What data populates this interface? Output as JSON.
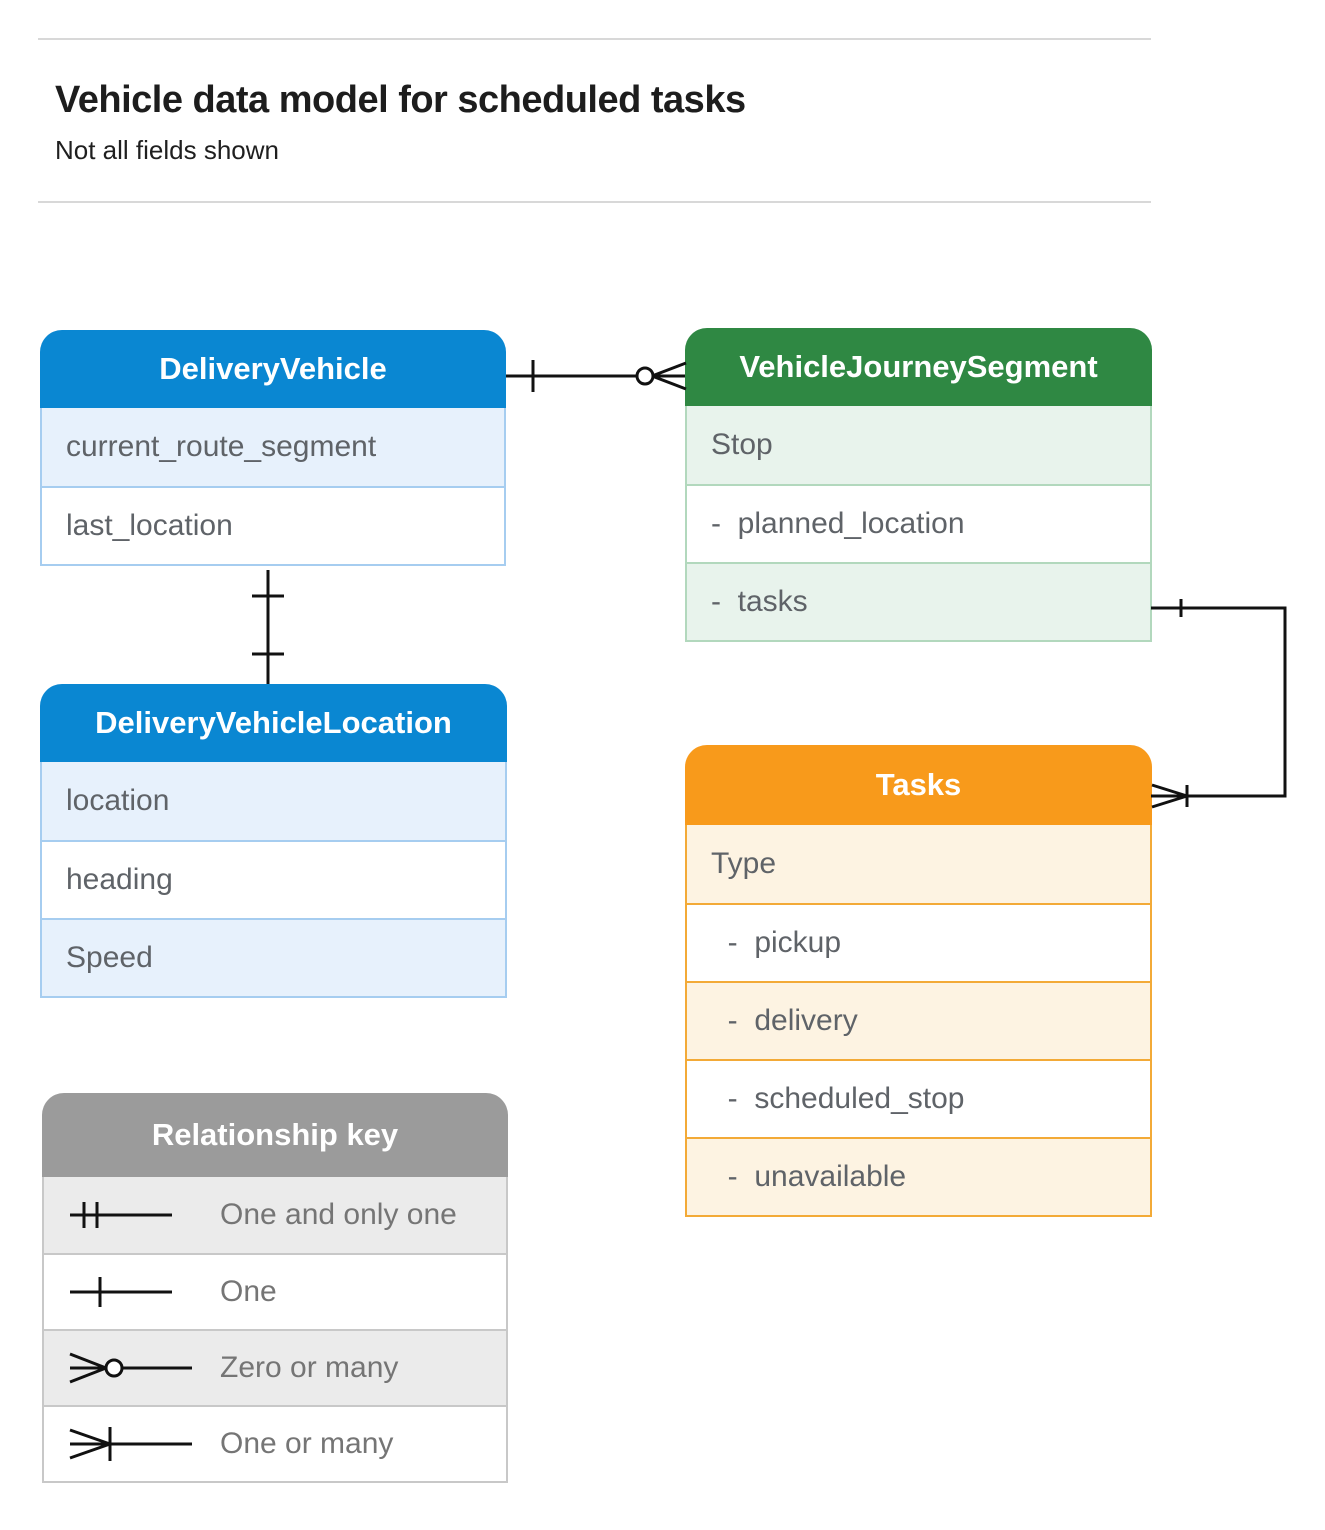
{
  "page": {
    "title": "Vehicle data model for scheduled tasks",
    "subtitle": "Not all fields shown"
  },
  "entities": {
    "delivery_vehicle": {
      "title": "DeliveryVehicle",
      "rows": [
        "current_route_segment",
        "last_location"
      ]
    },
    "vehicle_journey_segment": {
      "title": "VehicleJourneySegment",
      "rows": [
        "Stop",
        "-  planned_location",
        "-  tasks"
      ]
    },
    "delivery_vehicle_location": {
      "title": "DeliveryVehicleLocation",
      "rows": [
        "location",
        "heading",
        "Speed"
      ]
    },
    "tasks": {
      "title": "Tasks",
      "rows": [
        "Type",
        "  -  pickup",
        "  -  delivery",
        "  -  scheduled_stop",
        "  -  unavailable"
      ]
    }
  },
  "legend": {
    "title": "Relationship key",
    "items": [
      {
        "symbol": "one-and-only-one",
        "label": "One and only one"
      },
      {
        "symbol": "one",
        "label": "One"
      },
      {
        "symbol": "zero-or-many",
        "label": "Zero or many"
      },
      {
        "symbol": "one-or-many",
        "label": "One or many"
      }
    ]
  },
  "relationships": [
    {
      "from": "DeliveryVehicle",
      "from_cardinality": "one",
      "to": "VehicleJourneySegment",
      "to_cardinality": "zero-or-many"
    },
    {
      "from": "DeliveryVehicle",
      "from_cardinality": "one",
      "to": "DeliveryVehicleLocation",
      "to_cardinality": "one"
    },
    {
      "from": "VehicleJourneySegment.tasks",
      "from_cardinality": "one",
      "to": "Tasks",
      "to_cardinality": "one-or-many"
    }
  ],
  "colors": {
    "blue_header": "#0a87d2",
    "blue_row_tint": "#e7f1fc",
    "blue_border": "#a6cdf0",
    "green_header": "#2f8843",
    "green_row_tint": "#e8f3ec",
    "green_border": "#b2d8bd",
    "orange_header": "#f89a1b",
    "orange_row_tint": "#fdf3e2",
    "orange_border": "#f3aa37",
    "gray_header": "#9b9b9b",
    "gray_row_tint": "#ebebeb",
    "gray_border": "#c8c8c8",
    "row_text": "#5f6368",
    "legend_text": "#757575",
    "connector": "#111111"
  }
}
